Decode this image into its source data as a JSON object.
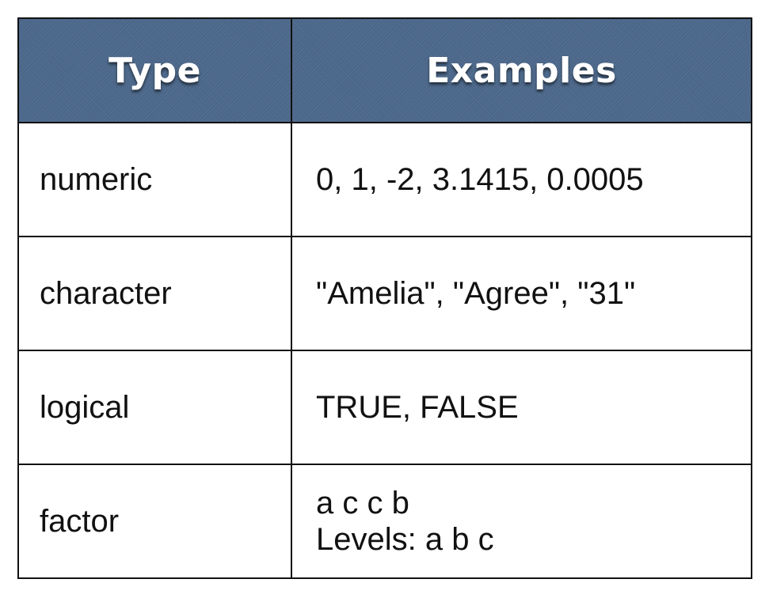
{
  "table": {
    "headers": {
      "type": "Type",
      "examples": "Examples"
    },
    "rows": [
      {
        "type": "numeric",
        "examples": [
          "0, 1, -2, 3.1415, 0.0005"
        ]
      },
      {
        "type": "character",
        "examples": [
          "\"Amelia\", \"Agree\", \"31\""
        ]
      },
      {
        "type": "logical",
        "examples": [
          "TRUE, FALSE"
        ]
      },
      {
        "type": "factor",
        "examples": [
          "a c c b",
          "Levels: a b c"
        ]
      }
    ]
  },
  "colors": {
    "header_background": "#4e6a8e",
    "header_text": "#ffffff",
    "border": "#111111",
    "body_text": "#111111"
  }
}
